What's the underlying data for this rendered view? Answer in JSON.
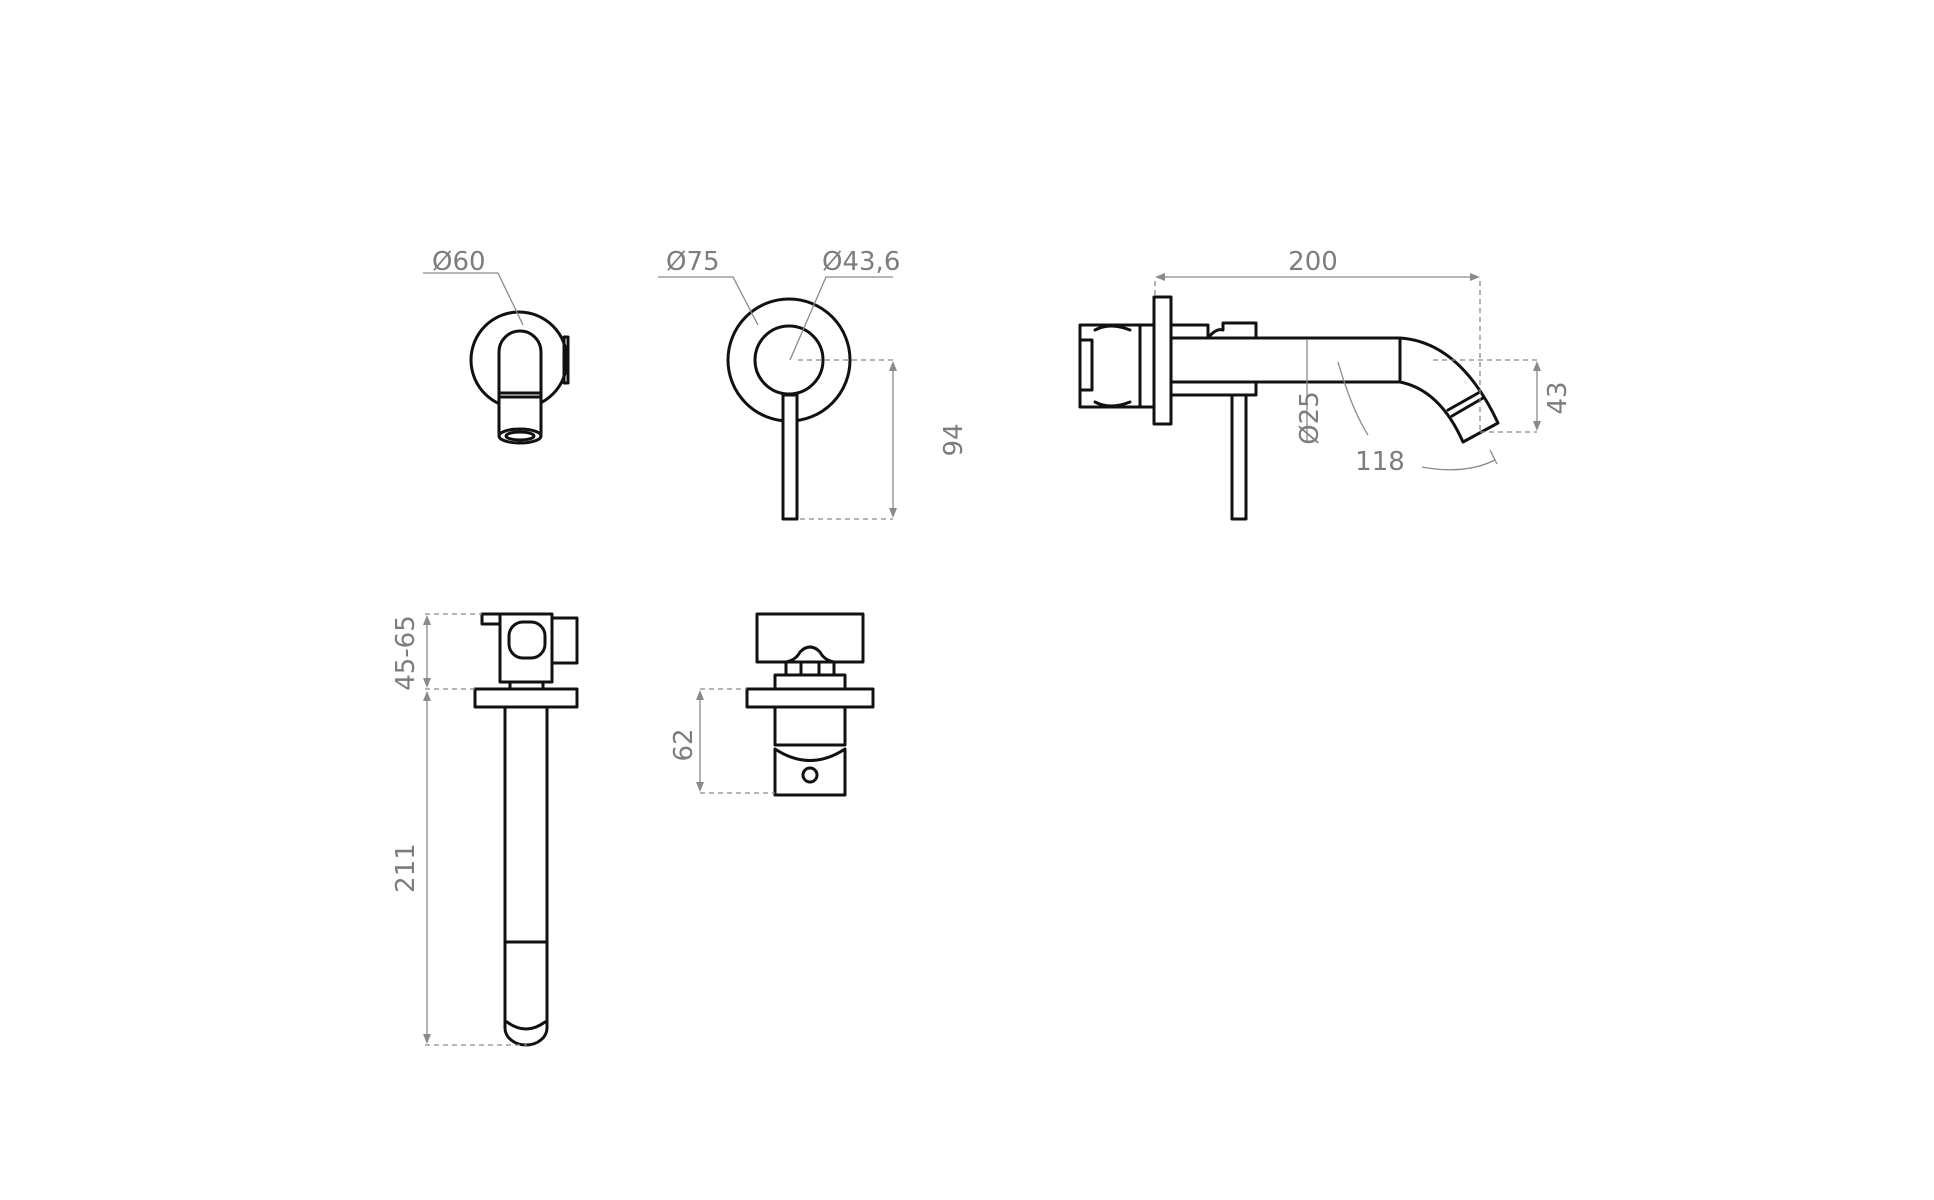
{
  "drawing": {
    "colors": {
      "line": "#111111",
      "dimension": "#8a8a8a"
    },
    "dimensions": {
      "spout_rosette_diameter": "Ø60",
      "mixer_rosette_diameter": "Ø75",
      "mixer_handle_diameter": "Ø43,6",
      "lever_height": "94",
      "projection": "200",
      "spout_height": "43",
      "pipe_diameter": "Ø25",
      "arc_length": "118",
      "wall_adjust": "45-65",
      "body_length": "211",
      "mixer_depth": "62"
    }
  }
}
